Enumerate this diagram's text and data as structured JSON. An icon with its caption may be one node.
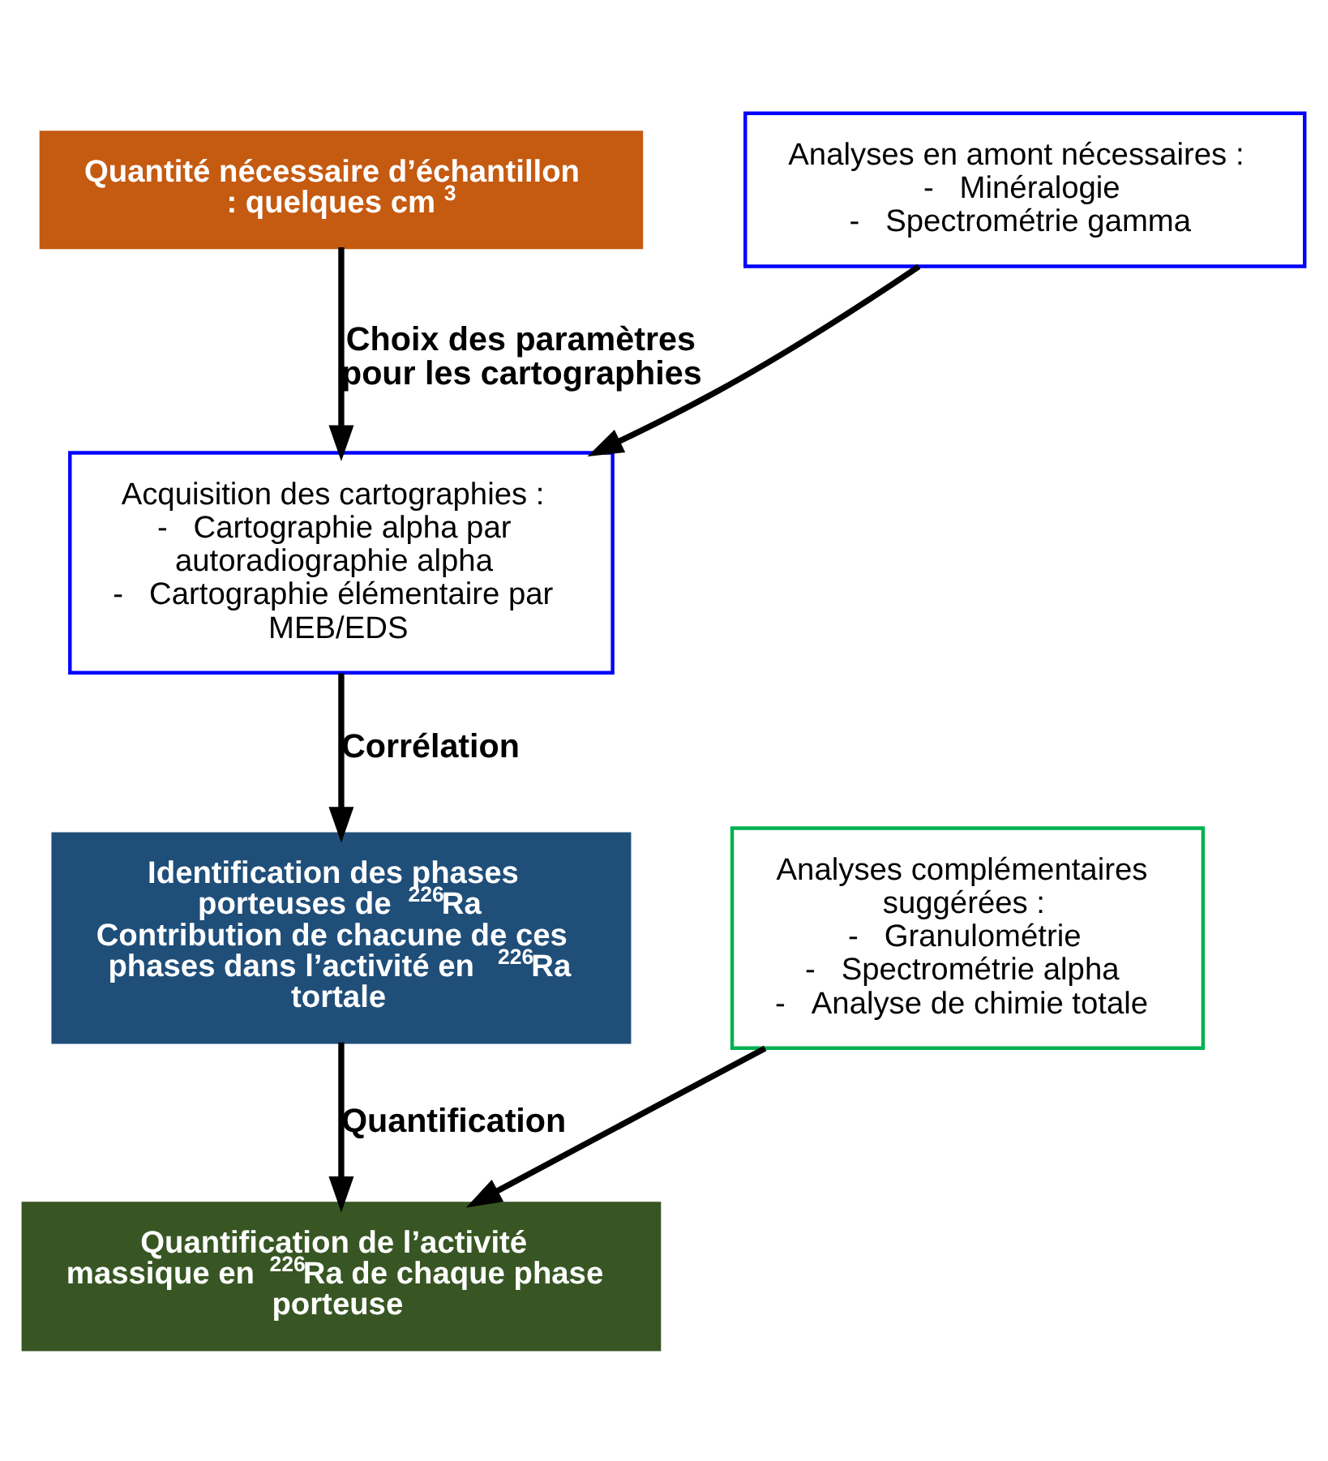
{
  "diagram": {
    "nodes": [
      {
        "text": [
          "Quantité nécessaire d’échantillon : quelques cm$^{3}$"
        ]
      },
      {
        "text": [
          "Analyses en amont nécessaires :",
          "-   Minéralogie",
          "-   Spectrométrie gamma"
        ]
      },
      {
        "text": [
          "Acquisition des cartographies :",
          "-   Cartographie alpha par autoradiographie alpha",
          "-   Cartographie élémentaire par MEB/EDS"
        ]
      },
      {
        "text": [
          "Identification des phases porteuses de $^{226}$Ra",
          "Contribution de chacune de ces phases dans l’activité en $^{226}$Ra tortale"
        ]
      },
      {
        "text": [
          "Analyses complémentaires suggérées :",
          "-   Granulométrie",
          "-   Spectrométrie alpha",
          "-   Analyse de chimie totale"
        ]
      },
      {
        "text": [
          "Quantification de l’activité massique en $^{226}$Ra de chaque phase porteuse"
        ]
      }
    ],
    "edges": [
      {
        "from": 0,
        "to": 2,
        "arrow": "to",
        "label": "Choix des paramètres pour les cartographies"
      },
      {
        "from": 1,
        "to": 2,
        "arrow": "to"
      },
      {
        "from": 2,
        "to": 3,
        "arrow": "to",
        "label": "Corrélation"
      },
      {
        "from": 3,
        "to": 5,
        "arrow": "to",
        "label": "Quantification"
      },
      {
        "from": 4,
        "to": 5,
        "arrow": "to"
      }
    ]
  }
}
